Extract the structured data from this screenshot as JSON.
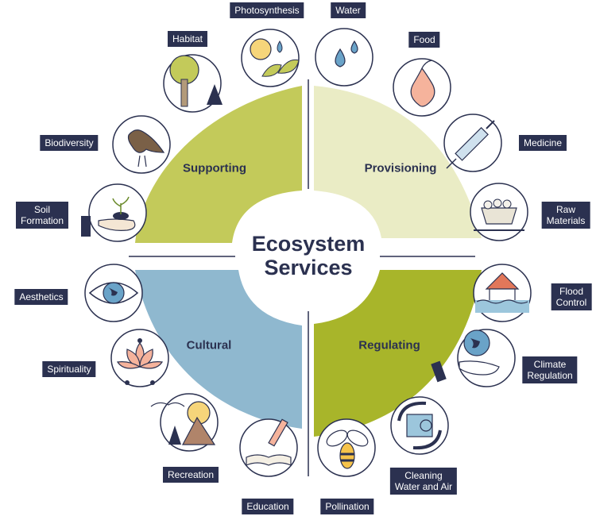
{
  "title_line1": "Ecosystem",
  "title_line2": "Services",
  "colors": {
    "supporting": "#c3ca5a",
    "provisioning": "#eaecc5",
    "cultural": "#8fb8cf",
    "regulating": "#a8b52a",
    "navy": "#2b3150"
  },
  "sectors": {
    "supporting": "Supporting",
    "provisioning": "Provisioning",
    "cultural": "Cultural",
    "regulating": "Regulating"
  },
  "services": {
    "photosynthesis": "Photosynthesis",
    "water": "Water",
    "habitat": "Habitat",
    "food": "Food",
    "biodiversity": "Biodiversity",
    "medicine": "Medicine",
    "soil_formation_1": "Soil",
    "soil_formation_2": "Formation",
    "raw_materials_1": "Raw",
    "raw_materials_2": "Materials",
    "aesthetics": "Aesthetics",
    "flood_control_1": "Flood",
    "flood_control_2": "Control",
    "spirituality": "Spirituality",
    "climate_regulation_1": "Climate",
    "climate_regulation_2": "Regulation",
    "recreation": "Recreation",
    "cleaning_1": "Cleaning",
    "cleaning_2": "Water and Air",
    "education": "Education",
    "pollination": "Pollination"
  },
  "icons": [
    "photosynthesis-icon",
    "water-icon",
    "habitat-icon",
    "food-icon",
    "biodiversity-icon",
    "medicine-icon",
    "soil-formation-icon",
    "raw-materials-icon",
    "aesthetics-icon",
    "flood-control-icon",
    "spirituality-icon",
    "climate-regulation-icon",
    "recreation-icon",
    "cleaning-icon",
    "education-icon",
    "pollination-icon"
  ]
}
